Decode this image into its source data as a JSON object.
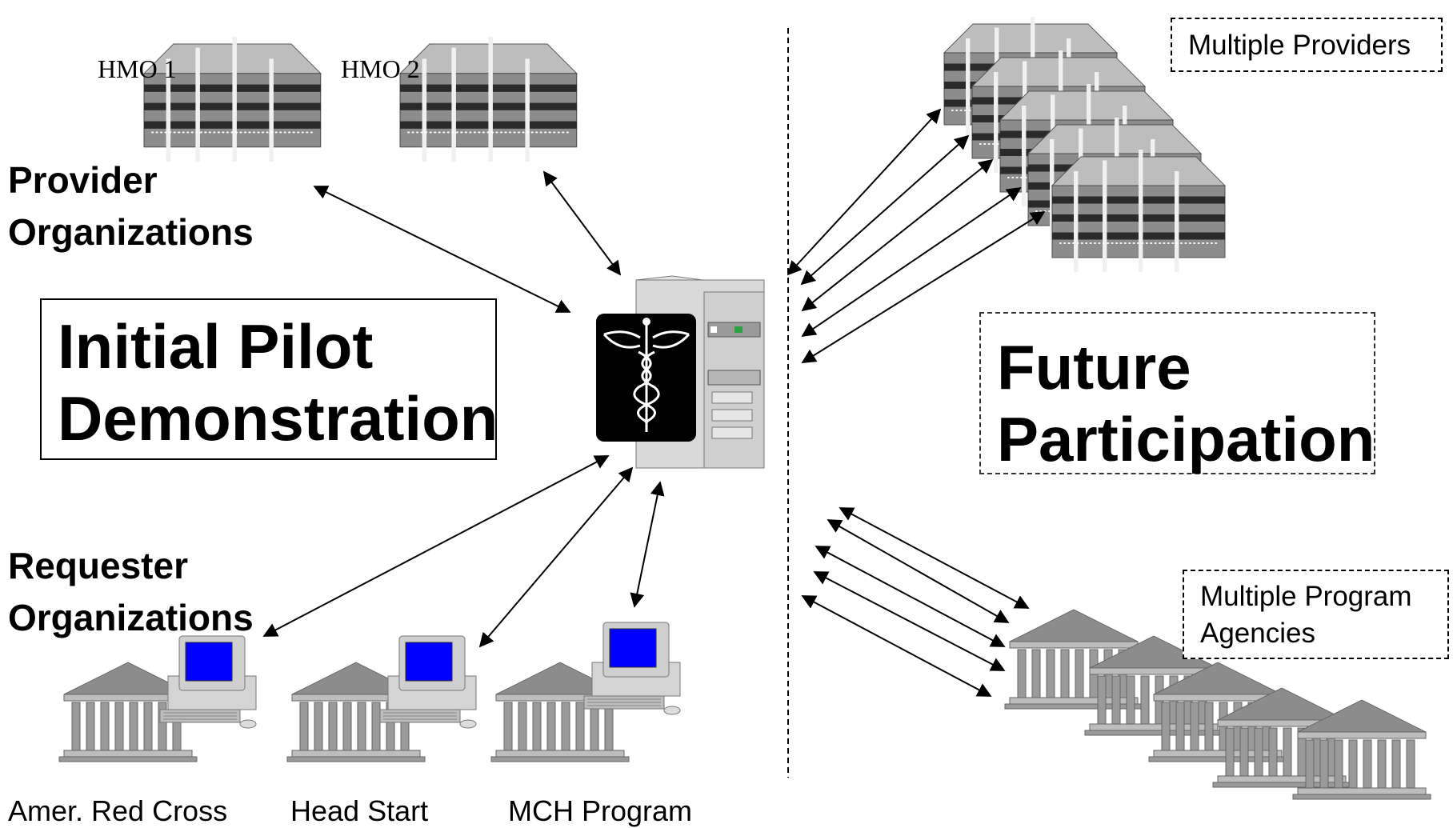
{
  "hmo1_label": "HMO 1",
  "hmo2_label": "HMO 2",
  "provider_orgs": [
    "Provider",
    "Organizations"
  ],
  "initial_pilot": [
    "Initial Pilot",
    "Demonstration"
  ],
  "requester_orgs": [
    "Requester",
    "Organizations"
  ],
  "future_participation": [
    "Future",
    "Participation"
  ],
  "multiple_providers": "Multiple Providers",
  "multiple_program_agencies": [
    "Multiple Program",
    "Agencies"
  ],
  "requesters": [
    "Amer. Red Cross",
    "Head Start",
    "MCH Program"
  ],
  "icons": {
    "hmo": "office-building-icon",
    "server": "medical-server-icon",
    "requester": "government-building-computer-icon",
    "agency": "government-building-icon"
  },
  "colors": {
    "building_gray": "#8c8c8c",
    "screen_blue": "#0000ff",
    "server_beige": "#d9d9d9"
  }
}
